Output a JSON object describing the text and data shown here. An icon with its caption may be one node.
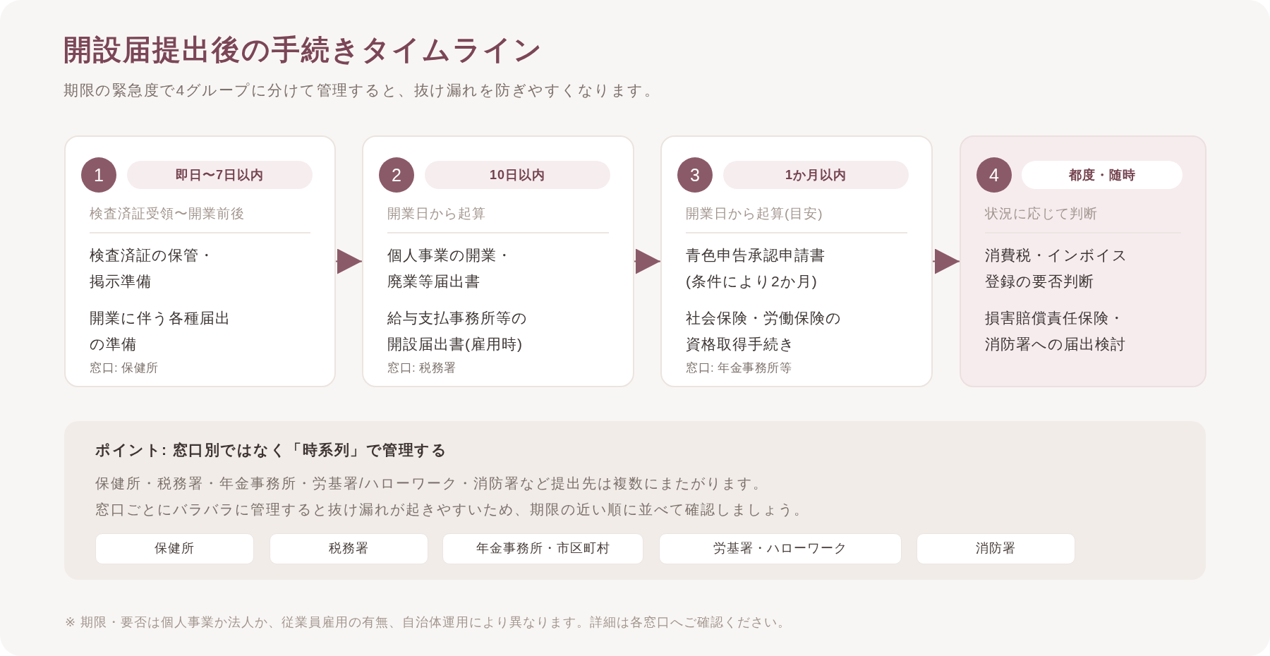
{
  "diagram": {
    "title": "開設届提出後の手続きタイムライン",
    "nodes": [
      {
        "text": [
          "検査済証受領〜開業前後",
          "検査済証の保管・掲示準備",
          "開業に伴う各種届出の準備",
          "窓口: 保健所"
        ]
      },
      {
        "text": [
          "1"
        ],
        "in": 0
      },
      {
        "text": [
          "即日〜7日以内"
        ],
        "in": 0
      },
      {
        "text": [
          "開業日から起算",
          "個人事業の開業・廃業等届出書",
          "給与支払事務所等の開設届出書(雇用時)",
          "窓口: 税務署"
        ]
      },
      {
        "text": [
          "2"
        ],
        "in": 3
      },
      {
        "text": [
          "10日以内"
        ],
        "in": 3
      },
      {
        "text": [
          "開業日から起算(目安)",
          "青色申告承認申請書(条件により2か月)",
          "社会保険・労働保険の資格取得手続き",
          "窓口: 年金事務所等"
        ]
      },
      {
        "text": [
          "3"
        ],
        "in": 6
      },
      {
        "text": [
          "1か月以内"
        ],
        "in": 6
      },
      {
        "text": [
          "状況に応じて判断",
          "消費税・インボイス登録の要否判断",
          "損害賠償責任保険・消防署への届出検討"
        ]
      },
      {
        "text": [
          "4"
        ],
        "in": 9
      },
      {
        "text": [
          "都度・随時"
        ],
        "in": 9
      },
      {
        "text": [
          "ポイント: 窓口別ではなく「時系列」で管理する",
          "保健所・税務署・年金事務所・労基署/ハローワーク・消防署など提出先は複数にまたがります。",
          "窓口ごとにバラバラに管理すると抜け漏れが起きやすいため、期限の近い順に並べて確認しましょう。"
        ]
      },
      {
        "text": [
          "保健所"
        ],
        "in": 12
      },
      {
        "text": [
          "税務署"
        ],
        "in": 12
      },
      {
        "text": [
          "年金事務所・市区町村"
        ],
        "in": 12
      },
      {
        "text": [
          "労基署・ハローワーク"
        ],
        "in": 12
      },
      {
        "text": [
          "消防署"
        ],
        "in": 12
      }
    ],
    "edges": [
      {
        "from": 0,
        "to": 3,
        "arrow": "to"
      },
      {
        "from": 3,
        "to": 6,
        "arrow": "to"
      },
      {
        "from": 6,
        "to": 9,
        "arrow": "to"
      }
    ],
    "labels": [
      "期限の緊急度で4グループに分けて管理すると、抜け漏れを防ぎやすくなります。",
      "※ 期限・要否は個人事業か法人か、従業員雇用の有無、自治体運用により異なります。詳細は各窓口へご確認ください。"
    ]
  }
}
